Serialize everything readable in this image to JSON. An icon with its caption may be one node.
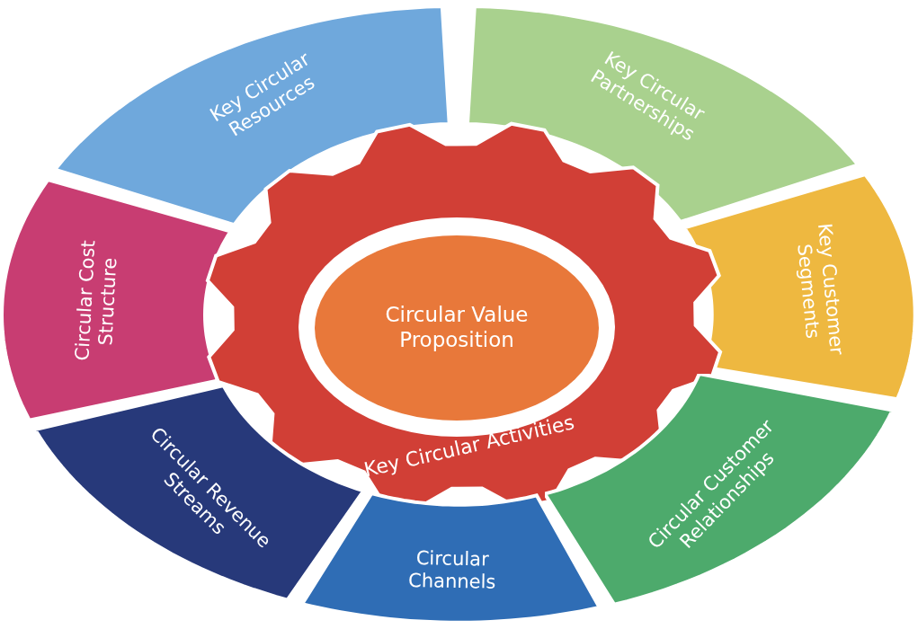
{
  "diagram": {
    "nodes": [
      {
        "text": [
          "Key Circular Resources"
        ]
      },
      {
        "text": [
          "Key Circular Partnerships"
        ]
      },
      {
        "text": [
          "Circular Cost Structure"
        ]
      },
      {
        "text": [
          "Key Customer Segments"
        ]
      },
      {
        "text": [
          "Key Circular Activities"
        ]
      },
      {
        "text": [
          "Circular Value Proposition"
        ],
        "in": 4
      },
      {
        "text": [
          "Circular Revenue Streams"
        ]
      },
      {
        "text": [
          "Circular Customer Relationships"
        ]
      },
      {
        "text": [
          "Circular Channels"
        ]
      }
    ]
  }
}
